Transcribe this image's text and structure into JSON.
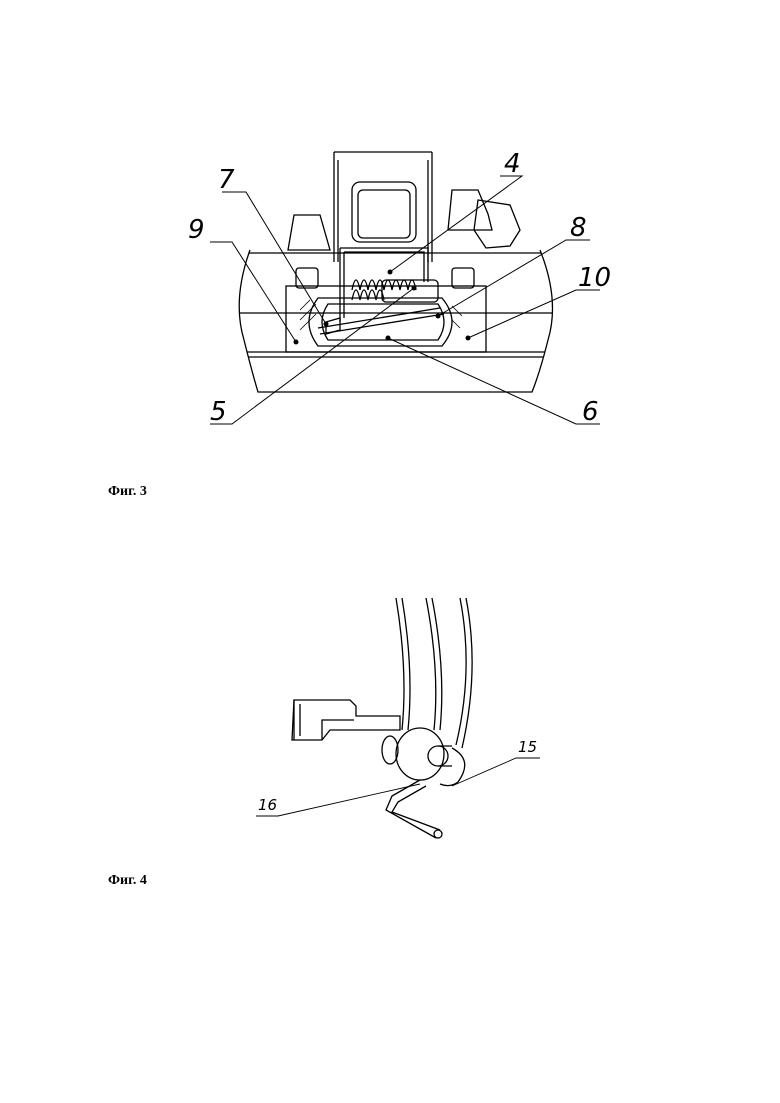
{
  "figures": [
    {
      "caption": "Фиг. 3",
      "labels": {
        "l4": "4",
        "l5": "5",
        "l6": "6",
        "l7": "7",
        "l8": "8",
        "l9": "9",
        "l10": "10"
      }
    },
    {
      "caption": "Фиг. 4",
      "labels": {
        "l15": "15",
        "l16": "16"
      }
    }
  ]
}
